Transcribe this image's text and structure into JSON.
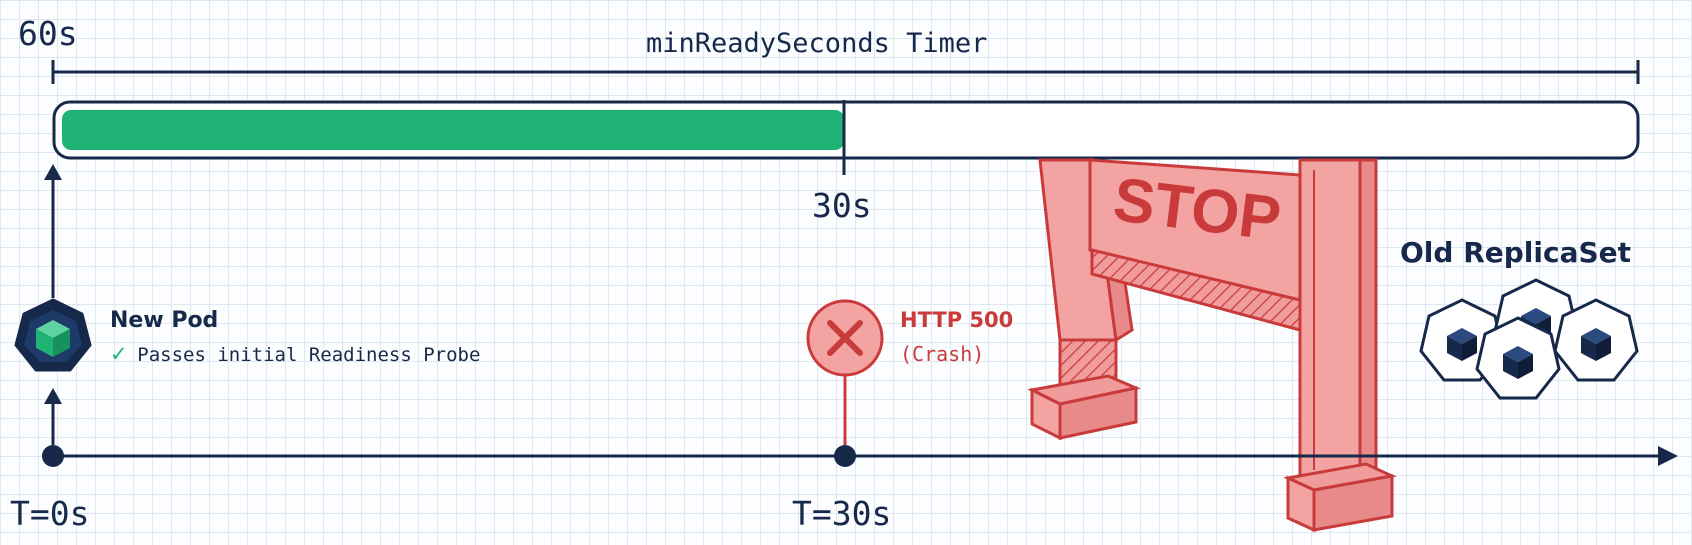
{
  "timer": {
    "label": "minReadySeconds Timer",
    "end_label": "60s",
    "mark_label": "30s",
    "progress_fraction": 0.5,
    "fill_color": "#1fb376"
  },
  "timeline": {
    "start_label": "T=0s",
    "event_label": "T=30s"
  },
  "new_pod": {
    "title": "New Pod",
    "check_mark": "✓",
    "status": "Passes initial Readiness Probe",
    "icon": "cube-icon"
  },
  "crash": {
    "title": "HTTP 500",
    "subtitle": "(Crash)",
    "icon": "x-icon",
    "color": "#c93b3b"
  },
  "barrier": {
    "sign_text": "STOP",
    "color": "#f4a3a3"
  },
  "old_replicaset": {
    "label": "Old ReplicaSet",
    "pod_count": 4
  },
  "colors": {
    "navy": "#17294a",
    "green": "#1fb376",
    "red": "#c93b3b"
  }
}
